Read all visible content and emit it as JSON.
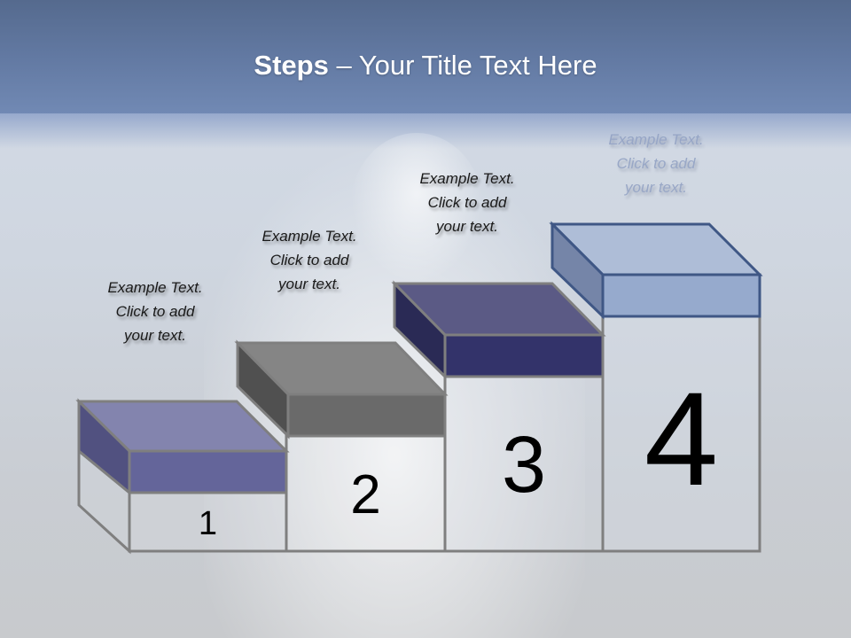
{
  "slide": {
    "title_bold": "Steps",
    "title_rest": " – Your Title Text Here"
  },
  "steps": [
    {
      "number": "1",
      "caption": [
        "Example Text.",
        "Click  to add",
        "your text."
      ],
      "colors": {
        "top": "#8384ae",
        "front": "#64659a",
        "side": "#515180",
        "outline": "#7f7f7f"
      }
    },
    {
      "number": "2",
      "caption": [
        "Example Text.",
        "Click  to add",
        "your text."
      ],
      "colors": {
        "top": "#858585",
        "front": "#6a6a6a",
        "side": "#505050",
        "outline": "#7f7f7f"
      }
    },
    {
      "number": "3",
      "caption": [
        "Example Text.",
        "Click  to add",
        "your text."
      ],
      "colors": {
        "top": "#5b5a85",
        "front": "#33336a",
        "side": "#2a2a55",
        "outline": "#7f7f7f"
      }
    },
    {
      "number": "4",
      "caption": [
        "Example Text.",
        "Click  to add",
        "your text."
      ],
      "colors": {
        "top": "#aebdd7",
        "front": "#96aacd",
        "side": "#7585a8",
        "outline": "#3f5785"
      }
    }
  ]
}
